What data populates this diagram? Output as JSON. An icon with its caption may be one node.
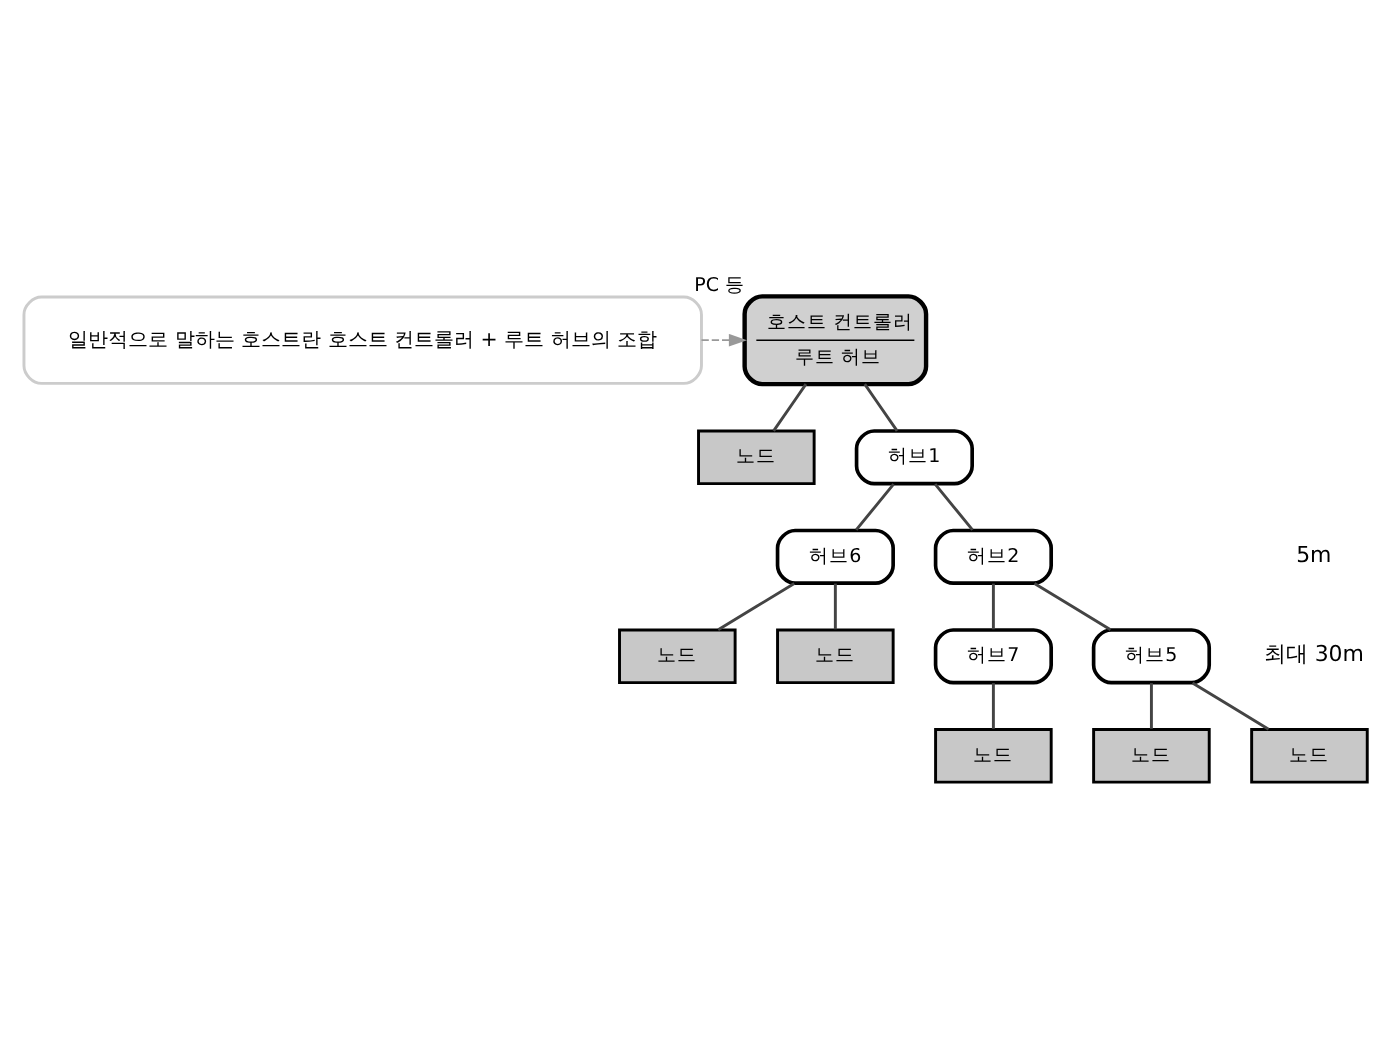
{
  "diagram": {
    "nodes": [
      {
        "text": [
          "일반적으로 말하는 호스트란 호스트 컨트롤러 + 루트 허브의 조합"
        ]
      },
      {
        "text": [
          "호스트 컨트롤러",
          "루트 허브"
        ],
        "beside": [
          "PC 등"
        ]
      },
      {
        "text": [
          "노드"
        ]
      },
      {
        "text": [
          "허브1"
        ]
      },
      {
        "text": [
          "허브6"
        ]
      },
      {
        "text": [
          "허브2"
        ]
      },
      {
        "text": [
          "노드"
        ]
      },
      {
        "text": [
          "노드"
        ]
      },
      {
        "text": [
          "허브7"
        ]
      },
      {
        "text": [
          "허브5"
        ]
      },
      {
        "text": [
          "노드"
        ]
      },
      {
        "text": [
          "노드"
        ]
      },
      {
        "text": [
          "노드"
        ]
      }
    ],
    "edges": [
      {
        "from": 0,
        "to": 1,
        "arrow": "to",
        "style": "dashed"
      },
      {
        "from": 1,
        "to": 2,
        "arrow": "none"
      },
      {
        "from": 1,
        "to": 3,
        "arrow": "none"
      },
      {
        "from": 3,
        "to": 4,
        "arrow": "none"
      },
      {
        "from": 3,
        "to": 5,
        "arrow": "none"
      },
      {
        "from": 4,
        "to": 6,
        "arrow": "none"
      },
      {
        "from": 4,
        "to": 7,
        "arrow": "none"
      },
      {
        "from": 5,
        "to": 8,
        "arrow": "none"
      },
      {
        "from": 5,
        "to": 9,
        "arrow": "none"
      },
      {
        "from": 8,
        "to": 10,
        "arrow": "none"
      },
      {
        "from": 9,
        "to": 11,
        "arrow": "none"
      },
      {
        "from": 9,
        "to": 12,
        "arrow": "none"
      }
    ],
    "labels": [
      "5m",
      "최대 30m"
    ]
  }
}
